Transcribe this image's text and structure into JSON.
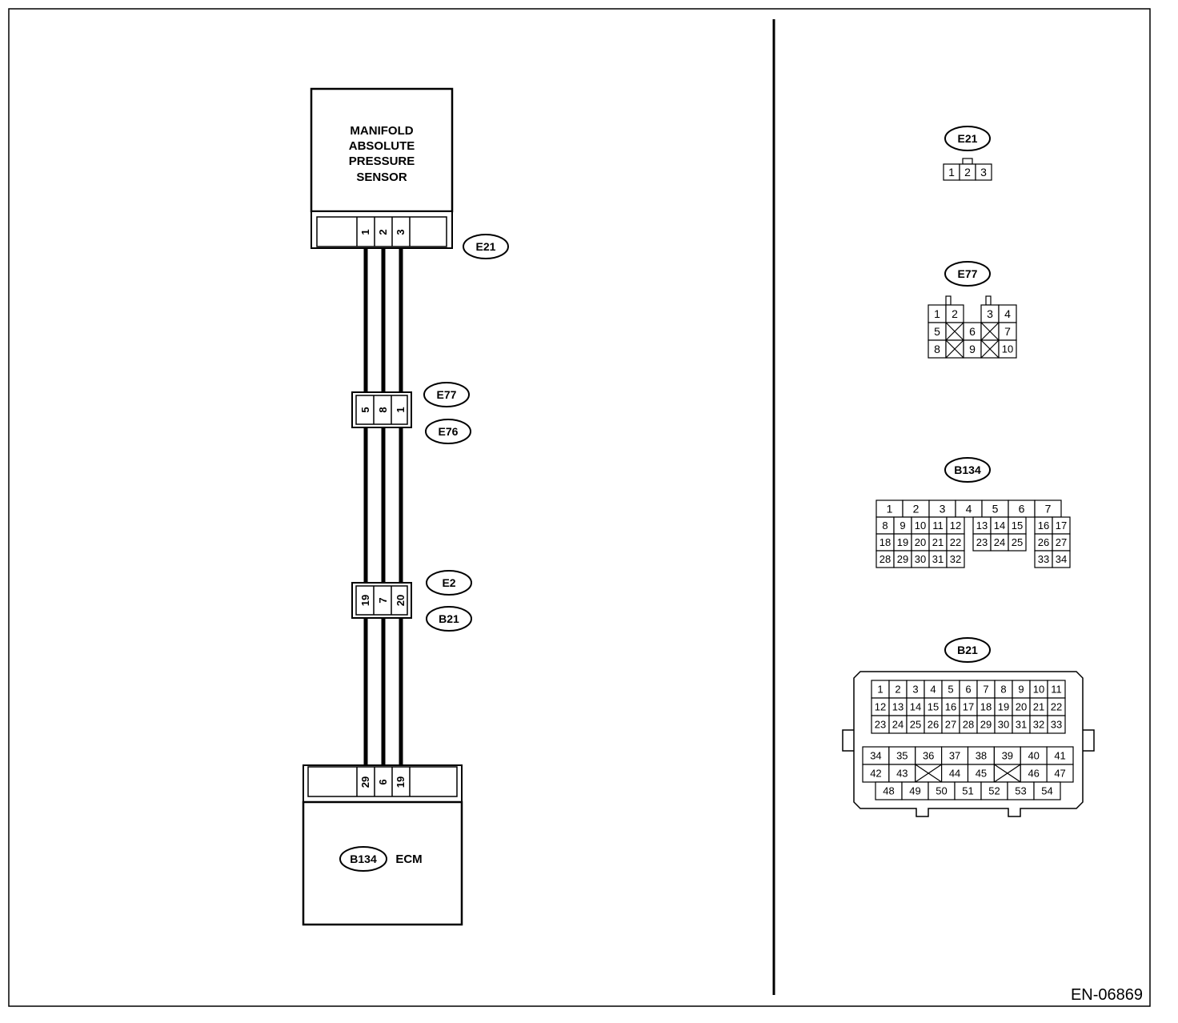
{
  "figure_id": "EN-06869",
  "sensor": {
    "name_lines": [
      "MANIFOLD",
      "ABSOLUTE",
      "PRESSURE",
      "SENSOR"
    ],
    "connector": "E21",
    "pins": [
      "1",
      "2",
      "3"
    ]
  },
  "junction_1": {
    "connector_top": "E77",
    "connector_bottom": "E76",
    "pins": [
      "5",
      "8",
      "1"
    ]
  },
  "junction_2": {
    "connector_top": "E2",
    "connector_bottom": "B21",
    "pins": [
      "19",
      "7",
      "20"
    ]
  },
  "ecm": {
    "name": "ECM",
    "connector": "B134",
    "pins": [
      "29",
      "6",
      "19"
    ]
  },
  "connector_faces": {
    "E21": {
      "label": "E21",
      "rows": [
        [
          "1",
          "2",
          "3"
        ]
      ]
    },
    "E77": {
      "label": "E77",
      "rows": [
        [
          "1",
          "2",
          "3",
          "4"
        ],
        [
          "5",
          "6",
          "7"
        ],
        [
          "8",
          "9",
          "10"
        ]
      ]
    },
    "B134": {
      "label": "B134",
      "rows": [
        [
          "1",
          "2",
          "3",
          "4",
          "5",
          "6",
          "7"
        ],
        [
          "8",
          "9",
          "10",
          "11",
          "12",
          "13",
          "14",
          "15",
          "16",
          "17"
        ],
        [
          "18",
          "19",
          "20",
          "21",
          "22",
          "23",
          "24",
          "25",
          "26",
          "27"
        ],
        [
          "28",
          "29",
          "30",
          "31",
          "32",
          "33",
          "34"
        ]
      ]
    },
    "B21": {
      "label": "B21",
      "rows": [
        [
          "1",
          "2",
          "3",
          "4",
          "5",
          "6",
          "7",
          "8",
          "9",
          "10",
          "11"
        ],
        [
          "12",
          "13",
          "14",
          "15",
          "16",
          "17",
          "18",
          "19",
          "20",
          "21",
          "22"
        ],
        [
          "23",
          "24",
          "25",
          "26",
          "27",
          "28",
          "29",
          "30",
          "31",
          "32",
          "33"
        ],
        [
          "34",
          "35",
          "36",
          "37",
          "38",
          "39",
          "40",
          "41"
        ],
        [
          "42",
          "43",
          "44",
          "45",
          "46",
          "47"
        ],
        [
          "48",
          "49",
          "50",
          "51",
          "52",
          "53",
          "54"
        ]
      ]
    }
  }
}
